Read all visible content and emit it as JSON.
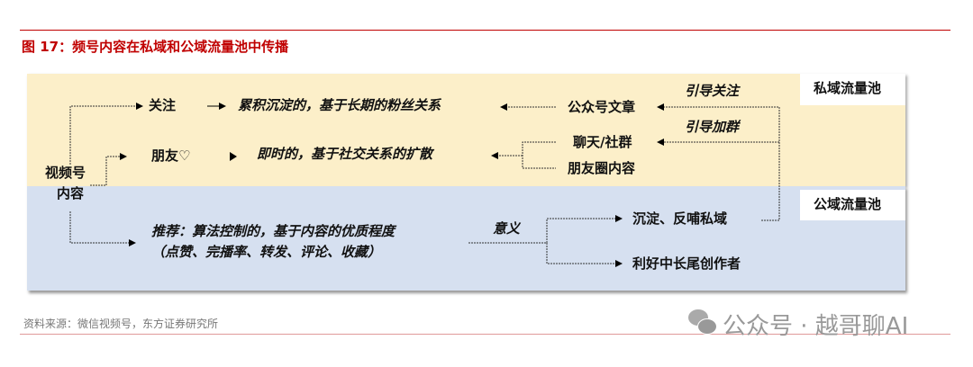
{
  "figure": {
    "title": "图 17：频号内容在私域和公域流量池中传播",
    "source": "资料来源：微信视频号，东方证券研究所",
    "watermark": "公众号 · 越哥聊AI"
  },
  "colors": {
    "accent": "#c00000",
    "private_pool": "#fcefc9",
    "public_pool": "#d6e0f0"
  },
  "pools": {
    "private": "私域流量池",
    "public": "公域流量池"
  },
  "nodes": {
    "origin_line1": "视频号",
    "origin_line2": "内容",
    "follow": "关注",
    "follow_desc": "累积沉淀的，基于长期的粉丝关系",
    "friends": "朋友♡",
    "friends_desc": "即时的，基于社交关系的扩散",
    "recommend_line1": "推荐：算法控制的，基于内容的优质程度",
    "recommend_line2": "（点赞、完播率、转发、评论、收藏）",
    "official_article": "公众号文章",
    "chat_group": "聊天/社群",
    "moments": "朋友圈内容",
    "guide_follow": "引导关注",
    "guide_group": "引导加群",
    "meaning": "意义",
    "feedback_private": "沉淀、反哺私域",
    "benefit_creators": "利好中长尾创作者"
  }
}
